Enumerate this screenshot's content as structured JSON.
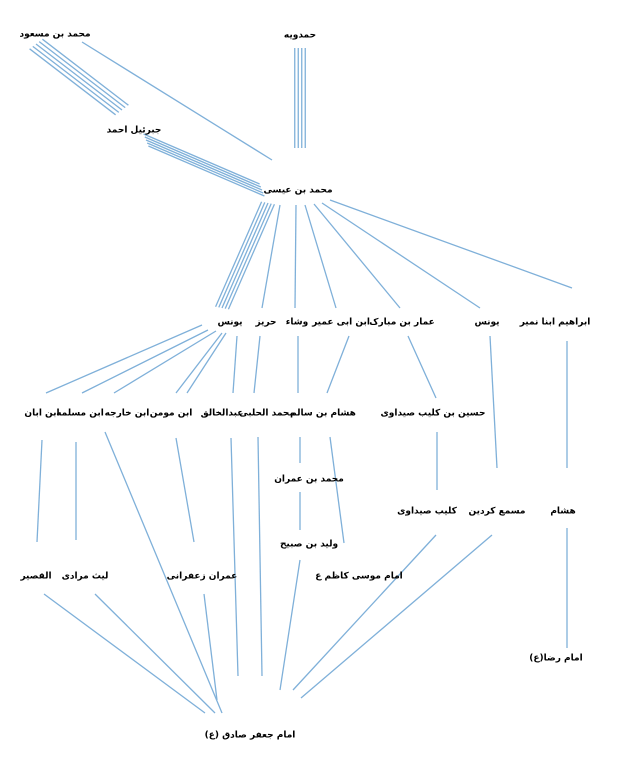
{
  "nodes": {
    "mohammad_ibn_masoud": "محمد بن مسعود",
    "hamdawayh": "حمدویه",
    "jibrail_ahmad": "جبرئیل احمد",
    "mohammad_ibn_isa": "محمد بن عیسی",
    "yunus_left": "یونس",
    "hariz": "حریز",
    "washa": "وشاء",
    "ibn_abi_umayr": "ابن ابی عمیر",
    "ammar_ibn_mubarak": "عمار بن مبارک",
    "yunus_right": "یونس",
    "ibrahim_abu_namir": "ابراهیم ابنا نمیر",
    "ibn_aban": "ابن ابان",
    "ibn_muslima": "ابن مسلمه",
    "ibn_kharija": "ابن خارجه",
    "ibn_mumin": "ابن مومن",
    "abd_al_khaliq": "عبدالخالق",
    "mohammad_halabi": "محمد الحلبی",
    "hisham_ibn_salim": "هشام بن سالم",
    "husayn_ibn_kulayb": "حسین بن کلیب صیداوی",
    "mohammad_ibn_imran": "محمد بن عمران",
    "kulayb_saydawi": "کلیب صیداوی",
    "misma_kurdin": "مسمع کردین",
    "hisham": "هشام",
    "walid_ibn_sabih": "ولید بن صبیح",
    "al_qasir": "القصیر",
    "layth_muradi": "لیث مرادی",
    "imran_zafarani": "عمران زعفرانی",
    "imam_musa_kazim": "امام موسی کاظم ع",
    "imam_reza": "امام رضا(ع)",
    "imam_jafar_sadiq": "امام جعفر صادق (ع)"
  }
}
